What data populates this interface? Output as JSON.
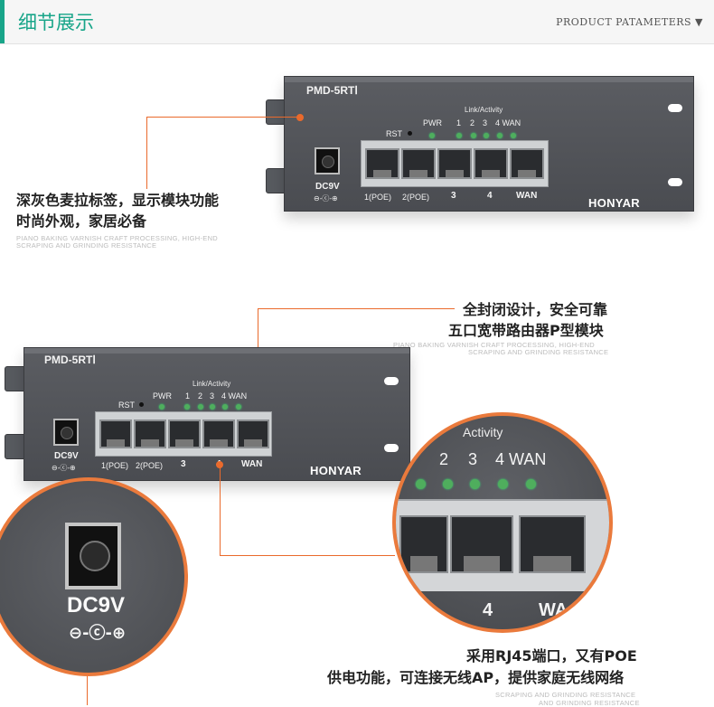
{
  "header": {
    "title": "细节展示",
    "right_label": "PRODUCT PATAMETERS ▼"
  },
  "device": {
    "model": "PMD-5RTⅠ",
    "brand": "HONYAR",
    "dc_label": "DC9V",
    "polarity": "⊖-ⓒ-⊕",
    "rst_label": "RST",
    "pwr_label": "PWR",
    "link_activity": "Link/Activity",
    "led_numbers": [
      "1",
      "2",
      "3",
      "4 WAN"
    ],
    "port_labels": [
      "1(POE)",
      "2(POE)",
      "3",
      "4",
      "WAN"
    ]
  },
  "captions": {
    "c1_line1": "深灰色麦拉标签，显示模块功能",
    "c1_line2": "时尚外观，家居必备",
    "c1_sub1": "PIANO BAKING VARNISH CRAFT PROCESSING, HIGH-END",
    "c1_sub2": "SCRAPING AND GRINDING RESISTANCE",
    "c2_line1": "全封闭设计，安全可靠",
    "c2_line2": "五口宽带路由器P型模块",
    "c2_sub1": "PIANO BAKING VARNISH CRAFT PROCESSING, HIGH-END",
    "c2_sub2": "SCRAPING AND GRINDING RESISTANCE",
    "c3_line1": "采用RJ45端口，又有POE",
    "c3_line2": "供电功能，可连接无线AP，提供家庭无线网络",
    "c3_sub1": "SCRAPING AND GRINDING RESISTANCE",
    "c3_sub2": "AND GRINDING RESISTANCE"
  },
  "zoom_left": {
    "dc_label": "DC9V",
    "polarity": "⊖-ⓒ-⊕"
  },
  "zoom_right": {
    "link_text": "Activity",
    "numbers": [
      "2",
      "3",
      "4 WAN"
    ],
    "bottom_labels": [
      "4",
      "WA"
    ]
  },
  "colors": {
    "accent": "#18a589",
    "orange": "#ea6a2c",
    "panel": "#505257"
  }
}
